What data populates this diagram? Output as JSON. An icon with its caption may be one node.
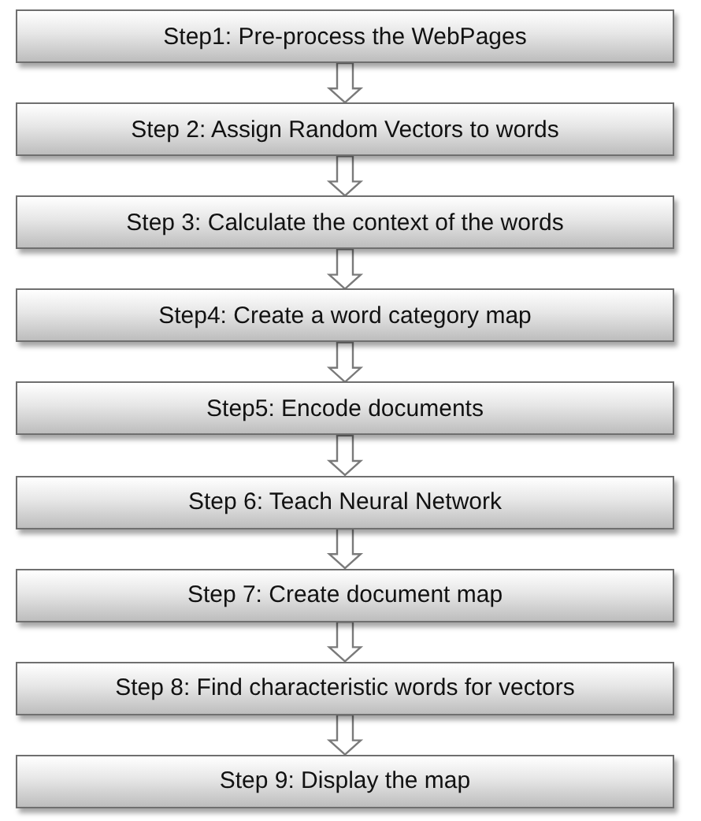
{
  "diagram": {
    "nodes": [
      {
        "text": [
          "Step1: Pre-process the WebPages"
        ]
      },
      {
        "text": [
          "Step 2: Assign Random Vectors to words"
        ]
      },
      {
        "text": [
          "Step 3: Calculate the context of the words"
        ]
      },
      {
        "text": [
          "Step4: Create a word category map"
        ]
      },
      {
        "text": [
          "Step5: Encode documents"
        ]
      },
      {
        "text": [
          "Step 6: Teach Neural Network"
        ]
      },
      {
        "text": [
          "Step 7: Create document map"
        ]
      },
      {
        "text": [
          "Step 8: Find characteristic words for vectors"
        ]
      },
      {
        "text": [
          "Step 9: Display the map"
        ]
      }
    ],
    "edges": [
      {
        "from": 0,
        "to": 1,
        "arrow": "to"
      },
      {
        "from": 1,
        "to": 2,
        "arrow": "to"
      },
      {
        "from": 2,
        "to": 3,
        "arrow": "to"
      },
      {
        "from": 3,
        "to": 4,
        "arrow": "to"
      },
      {
        "from": 4,
        "to": 5,
        "arrow": "to"
      },
      {
        "from": 5,
        "to": 6,
        "arrow": "to"
      },
      {
        "from": 6,
        "to": 7,
        "arrow": "to"
      },
      {
        "from": 7,
        "to": 8,
        "arrow": "to"
      }
    ]
  }
}
